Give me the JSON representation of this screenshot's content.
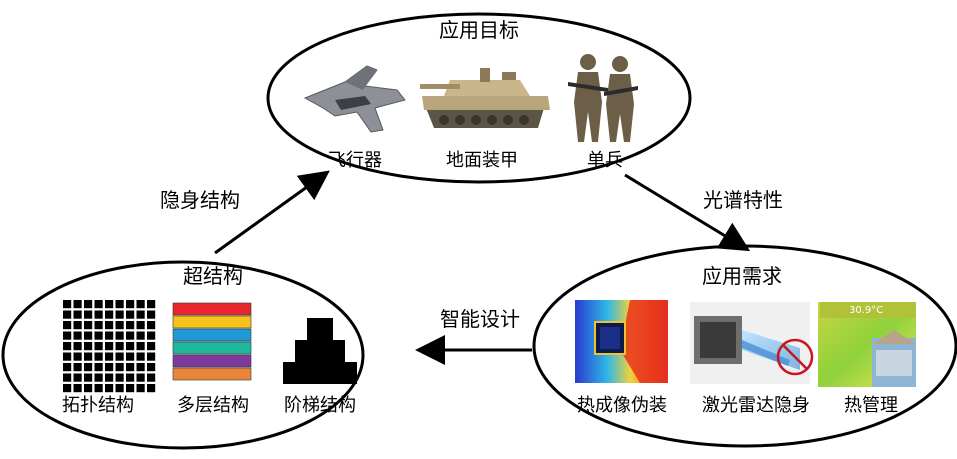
{
  "top_ellipse": {
    "title": "应用目标",
    "items": [
      {
        "label": "飞行器",
        "icon": "jet-aircraft-icon"
      },
      {
        "label": "地面装甲",
        "icon": "tank-icon"
      },
      {
        "label": "单兵",
        "icon": "soldiers-icon"
      }
    ]
  },
  "right_ellipse": {
    "title": "应用需求",
    "items": [
      {
        "label": "热成像伪装",
        "icon": "thermal-camouflage-image"
      },
      {
        "label": "激光雷达隐身",
        "icon": "lidar-stealth-image"
      },
      {
        "label": "热管理",
        "icon": "thermal-management-image"
      }
    ],
    "thermal_readout": "30.9°C"
  },
  "left_ellipse": {
    "title": "超结构",
    "items": [
      {
        "label": "拓扑结构",
        "icon": "grid-topology-icon"
      },
      {
        "label": "多层结构",
        "icon": "multilayer-stack-icon"
      },
      {
        "label": "阶梯结构",
        "icon": "step-pyramid-icon"
      }
    ],
    "layer_colors": [
      "#e8262c",
      "#f6c21b",
      "#1e9bd7",
      "#1fb89a",
      "#7d3a9c",
      "#e8853a"
    ]
  },
  "arrows": {
    "left_to_top": "隐身结构",
    "top_to_right": "光谱特性",
    "right_to_left": "智能设计"
  }
}
